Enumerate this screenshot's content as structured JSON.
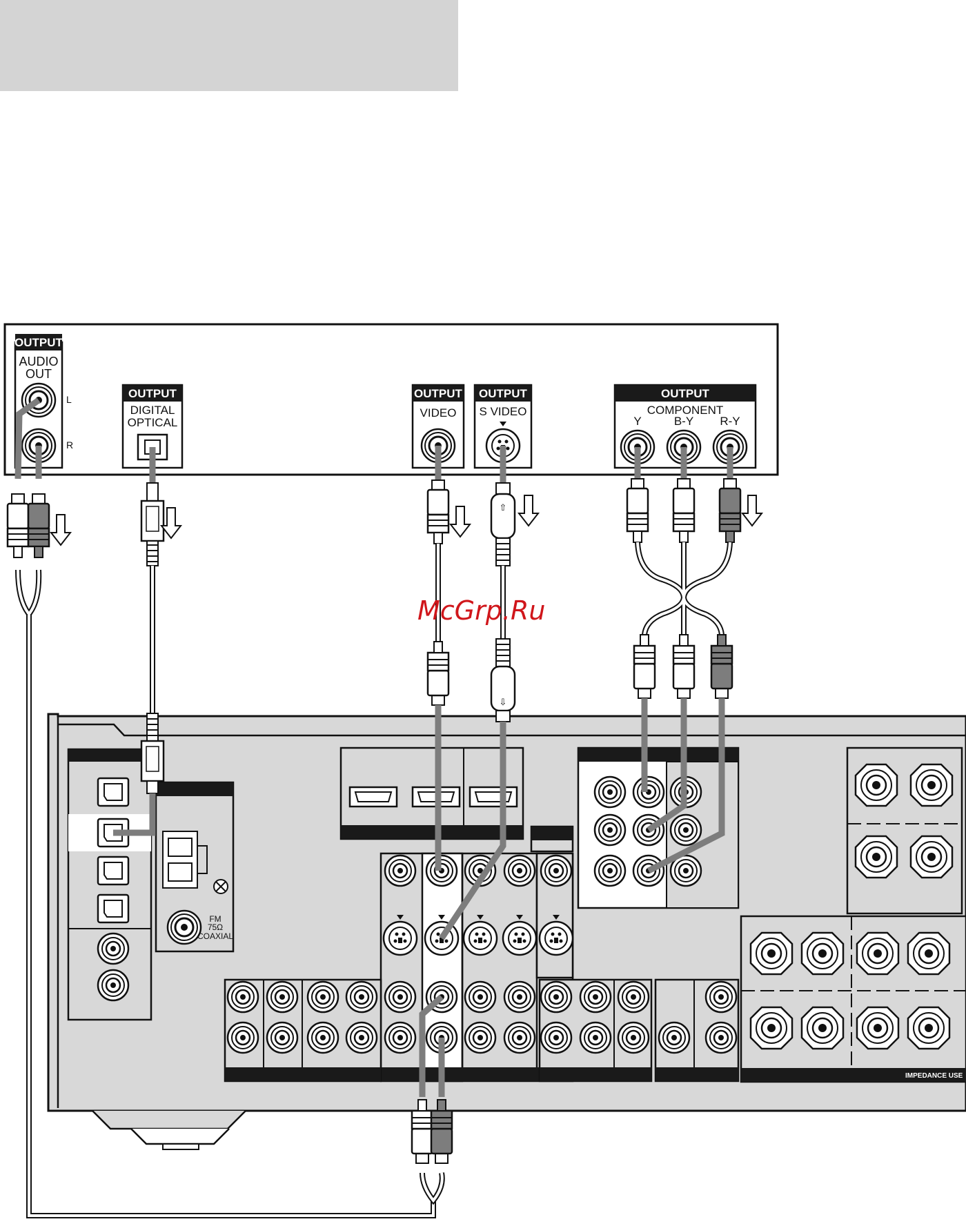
{
  "player": {
    "audio_group": {
      "header": "OUTPUT",
      "line1": "AUDIO",
      "line2": "OUT",
      "left": "L",
      "right": "R"
    },
    "optical_group": {
      "header": "OUTPUT",
      "line1": "DIGITAL",
      "line2": "OPTICAL"
    },
    "video_group": {
      "header": "OUTPUT",
      "label": "VIDEO"
    },
    "svideo_group": {
      "header": "OUTPUT",
      "label": "S VIDEO"
    },
    "component_group": {
      "header": "OUTPUT",
      "label": "COMPONENT",
      "y": "Y",
      "by": "B-Y",
      "ry": "R-Y"
    }
  },
  "receiver": {
    "fm_label": [
      "FM",
      "75Ω",
      "COAXIAL"
    ],
    "impedance_label": "IMPEDANCE USE"
  },
  "watermark": "McGrp.Ru",
  "colors": {
    "line": "#111111",
    "cable": "#7d7d7d",
    "panel": "#d8d8d8",
    "header": "#1a1a1a",
    "watermark": "#d0161b"
  }
}
